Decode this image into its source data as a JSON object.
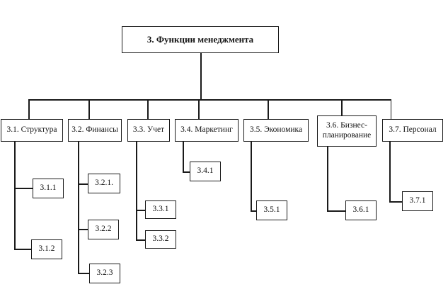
{
  "diagram": {
    "title": "Management functions tree",
    "root": "3. Функции менеджмента",
    "branches": [
      {
        "label": "3.1. Структура",
        "children": [
          "3.1.1",
          "3.1.2"
        ]
      },
      {
        "label": "3.2. Финансы",
        "children": [
          "3.2.1.",
          "3.2.2",
          "3.2.3"
        ]
      },
      {
        "label": "3.3. Учет",
        "children": [
          "3.3.1",
          "3.3.2"
        ]
      },
      {
        "label": "3.4. Маркетинг",
        "children": [
          "3.4.1"
        ]
      },
      {
        "label": "3.5. Экономика",
        "children": [
          "3.5.1"
        ]
      },
      {
        "label": "3.6. Бизнес-планирование",
        "children": [
          "3.6.1"
        ]
      },
      {
        "label": "3.7. Персонал",
        "children": [
          "3.7.1"
        ]
      }
    ],
    "colors": {
      "line": "#1a1a1a",
      "box_border": "#1a1a1a",
      "background": "#ffffff"
    }
  }
}
